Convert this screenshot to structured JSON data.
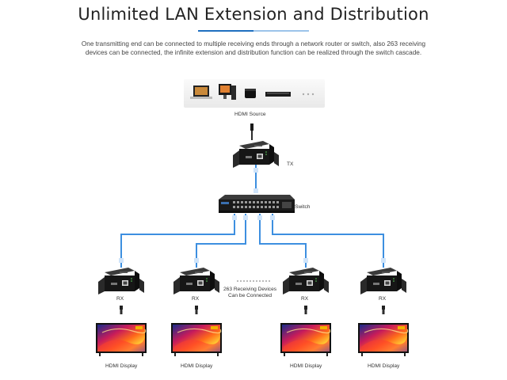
{
  "title": "Unlimited LAN Extension and Distribution",
  "description": "One transmitting end can be connected to multiple receiving ends through a network router or switch, also 263 receiving devices can be connected, the infinite extension and distribution function can be realized through the switch cascade.",
  "source_label": "HDMI Source",
  "tx_label": "TX",
  "switch_label": "Switch",
  "rx_label": "RX",
  "note_line1": "263 Receiving Devices",
  "note_line2": "Can be Connected",
  "display_label": "HDMI Display",
  "source_devices": [
    "laptop-icon",
    "desktop-computer-icon",
    "set-top-box-icon",
    "blu-ray-player-icon",
    "more-dots-icon"
  ],
  "colors": {
    "accent": "#1e6fbf",
    "accent_light": "#9cc4ea",
    "cable_blue": "#3d8fe0",
    "cable_gray": "#8a8a8a",
    "device_dark": "#1b1b1b"
  }
}
